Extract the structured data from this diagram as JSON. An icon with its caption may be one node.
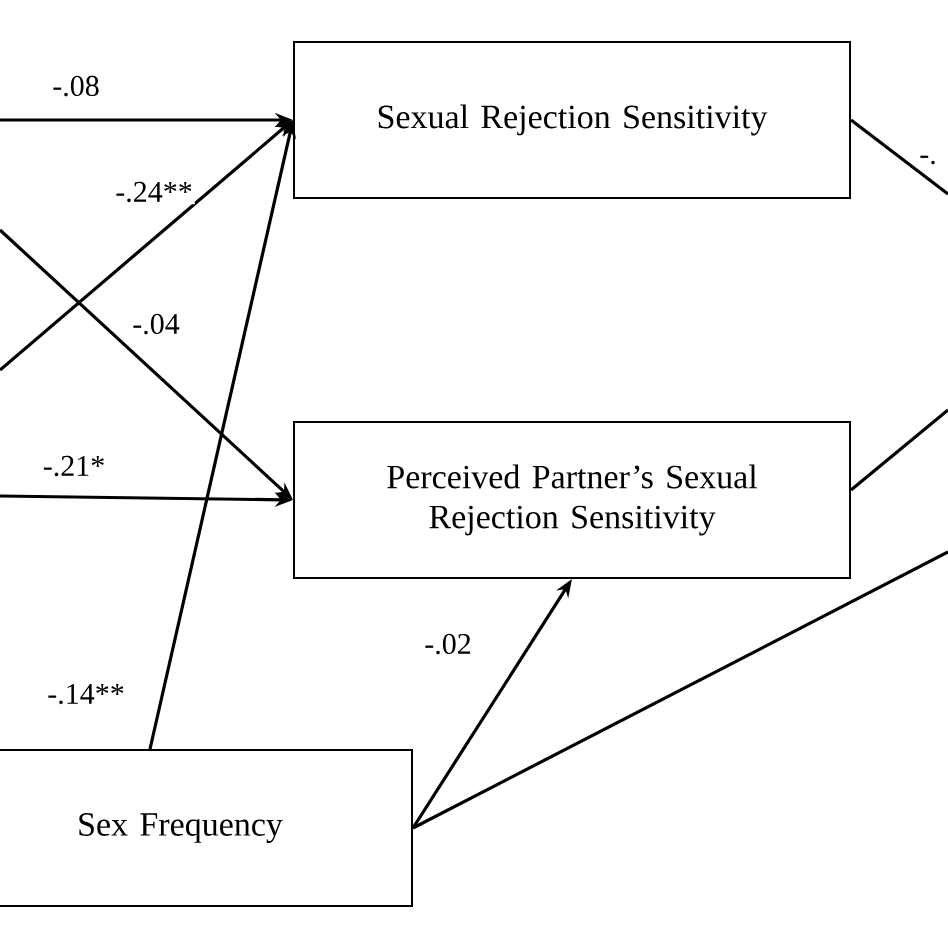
{
  "diagram": {
    "nodes": [
      {
        "text": [
          "Sexual Rejection Sensitivity"
        ]
      },
      {
        "text": [
          "Perceived Partner’s Sexual Rejection Sensitivity"
        ]
      },
      {
        "text": [
          "Sex Frequency"
        ]
      }
    ],
    "edges": [
      {
        "from": null,
        "to": 0,
        "arrow": "to",
        "label": "-.08"
      },
      {
        "from": null,
        "to": 0,
        "arrow": "to",
        "label": "-.24**"
      },
      {
        "from": null,
        "to": 1,
        "arrow": "to",
        "label": "-.04"
      },
      {
        "from": null,
        "to": 1,
        "arrow": "to",
        "label": "-.21*"
      },
      {
        "from": 2,
        "to": 0,
        "arrow": "to",
        "label": "-.14**"
      },
      {
        "from": 2,
        "to": 1,
        "arrow": "to",
        "label": "-.02"
      },
      {
        "from": 2,
        "to": null,
        "arrow": "none"
      },
      {
        "from": 0,
        "to": null,
        "arrow": "none",
        "label": "-."
      },
      {
        "from": 1,
        "to": null,
        "arrow": "none"
      }
    ]
  }
}
